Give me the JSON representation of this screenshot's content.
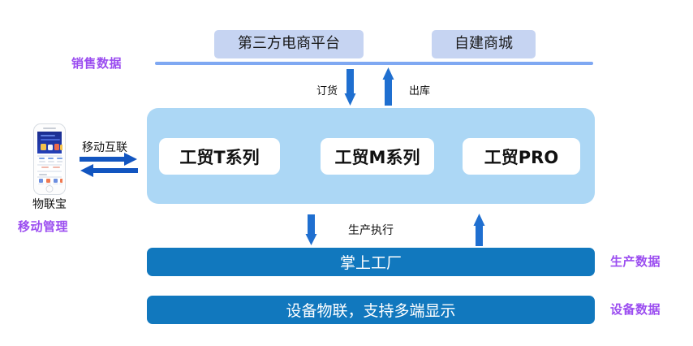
{
  "side_labels": {
    "sales": "销售数据",
    "mobile": "移动管理",
    "production": "生产数据",
    "device": "设备数据"
  },
  "channels": {
    "third_party": "第三方电商平台",
    "self_built": "自建商城"
  },
  "flows": {
    "order": "订货",
    "outbound": "出库",
    "production_exec": "生产执行",
    "mobile_internet": "移动互联"
  },
  "platform": {
    "products": [
      {
        "label": "工贸T系列"
      },
      {
        "label": "工贸M系列"
      },
      {
        "label": "工贸PRO"
      }
    ]
  },
  "bars": {
    "factory": "掌上工厂",
    "iot": "设备物联，支持多端显示"
  },
  "device": {
    "name": "物联宝",
    "icon": "smartphone-icon"
  },
  "colors": {
    "purple_label": "#9B4DF0",
    "channel_tag_bg": "#C6D4F2",
    "channel_line": "#7FA8F2",
    "platform_bg": "#ACD7F5",
    "bar_blue": "#1178BE",
    "arrow_blue": "#1F6FD0",
    "card_white": "#FFFFFF"
  }
}
